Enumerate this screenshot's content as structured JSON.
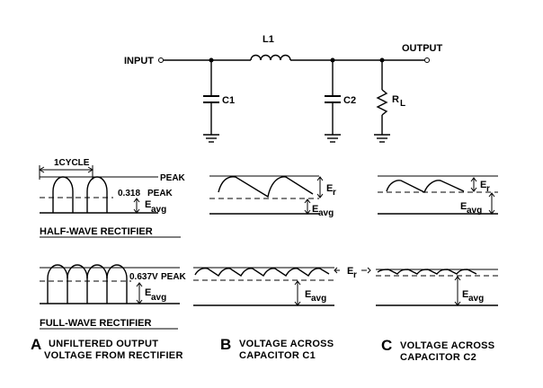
{
  "circuit": {
    "input": "INPUT",
    "output": "OUTPUT",
    "l1": "L1",
    "c1": "C1",
    "c2": "C2",
    "rl_main": "R",
    "rl_sub": "L"
  },
  "half_wave": {
    "one_cycle": "1CYCLE",
    "peak": "PEAK",
    "avg_fraction": "0.318",
    "peak2": "PEAK",
    "eavg_e": "E",
    "eavg_sub": "avg",
    "title": "HALF-WAVE RECTIFIER",
    "er_e": "E",
    "er_sub": "r",
    "b_eavg_e": "E",
    "b_eavg_sub": "avg",
    "c_er_e": "E",
    "c_er_sub": "r",
    "c_eavg_e": "E",
    "c_eavg_sub": "avg"
  },
  "full_wave": {
    "avg_fraction": "0.637V",
    "peak": "PEAK",
    "eavg_e": "E",
    "eavg_sub": "avg",
    "title": "FULL-WAVE RECTIFIER",
    "er_e": "E",
    "er_sub": "r",
    "b_eavg_e": "E",
    "b_eavg_sub": "avg",
    "c_eavg_e": "E",
    "c_eavg_sub": "avg"
  },
  "captions": {
    "a_letter": "A",
    "a_line1": "UNFILTERED OUTPUT",
    "a_line2": "VOLTAGE FROM RECTIFIER",
    "b_letter": "B",
    "b_line1": "VOLTAGE ACROSS",
    "b_line2": "CAPACITOR C1",
    "c_letter": "C",
    "c_line1": "VOLTAGE ACROSS",
    "c_line2": "CAPACITOR C2"
  }
}
